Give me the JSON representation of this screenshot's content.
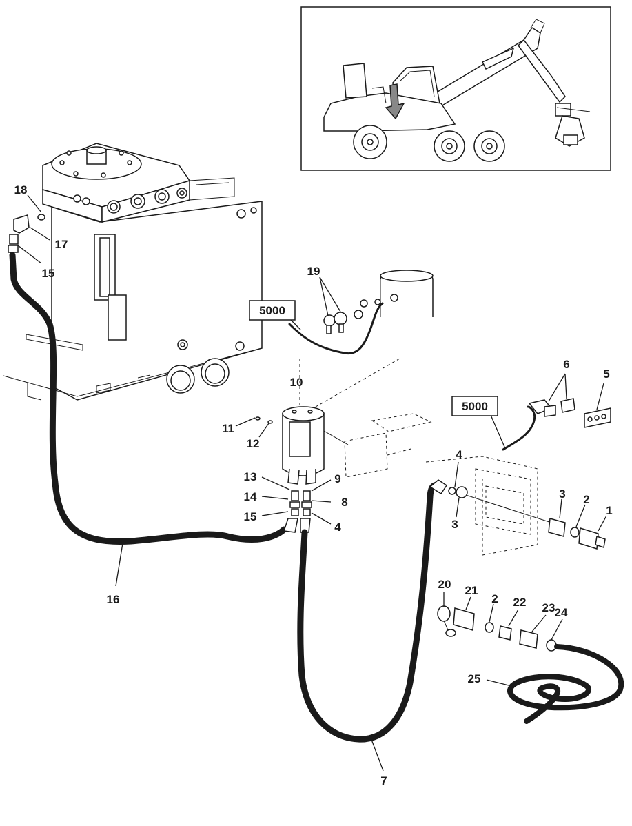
{
  "diagram": {
    "callouts": [
      {
        "id": "c1",
        "label": "1"
      },
      {
        "id": "c2a",
        "label": "2"
      },
      {
        "id": "c2b",
        "label": "2"
      },
      {
        "id": "c3a",
        "label": "3"
      },
      {
        "id": "c3b",
        "label": "3"
      },
      {
        "id": "c4a",
        "label": "4"
      },
      {
        "id": "c4b",
        "label": "4"
      },
      {
        "id": "c5",
        "label": "5"
      },
      {
        "id": "c6",
        "label": "6"
      },
      {
        "id": "c7",
        "label": "7"
      },
      {
        "id": "c8",
        "label": "8"
      },
      {
        "id": "c9",
        "label": "9"
      },
      {
        "id": "c10",
        "label": "10"
      },
      {
        "id": "c11",
        "label": "11"
      },
      {
        "id": "c12",
        "label": "12"
      },
      {
        "id": "c13",
        "label": "13"
      },
      {
        "id": "c14",
        "label": "14"
      },
      {
        "id": "c15a",
        "label": "15"
      },
      {
        "id": "c15b",
        "label": "15"
      },
      {
        "id": "c16",
        "label": "16"
      },
      {
        "id": "c17",
        "label": "17"
      },
      {
        "id": "c18",
        "label": "18"
      },
      {
        "id": "c19",
        "label": "19"
      },
      {
        "id": "c20",
        "label": "20"
      },
      {
        "id": "c21",
        "label": "21"
      },
      {
        "id": "c22",
        "label": "22"
      },
      {
        "id": "c23",
        "label": "23"
      },
      {
        "id": "c24",
        "label": "24"
      },
      {
        "id": "c25",
        "label": "25"
      }
    ],
    "references": [
      {
        "id": "ref1",
        "label": "5000"
      },
      {
        "id": "ref2",
        "label": "5000"
      }
    ]
  }
}
